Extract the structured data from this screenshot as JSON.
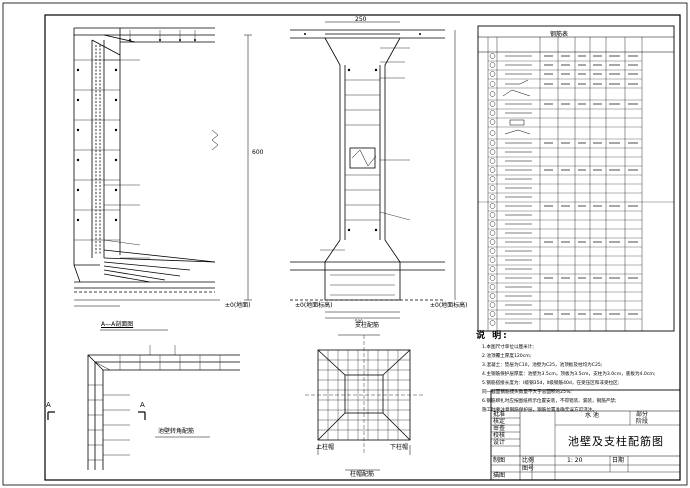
{
  "drawing": {
    "title": "池壁及支柱配筋图",
    "views": {
      "section_a": "A—A剖面图",
      "column": "支柱配筋",
      "corner": "池壁转角配筋",
      "footing": "柱帽配筋",
      "footing_upper": "上柱帽",
      "footing_lower": "下柱帽"
    },
    "section_marks": {
      "a_left": "A",
      "a_right": "A"
    },
    "dimensions": {
      "wall_height": "600",
      "column_top": "250",
      "column_bottom": "500"
    },
    "ground_notes": {
      "left": "±0(地面)",
      "middle": "±0(地面标高)",
      "right": "±0(地面标高)"
    },
    "rebar_table_title": "钢筋表",
    "notes_title": "说 明:",
    "notes": [
      "1.本图尺寸单位以厘米计;",
      "2.池顶覆土厚度120cm;",
      "3.混凝土：垫层为C10，池壁为C25，池顶板及柱均为C25;",
      "4.主钢筋保护层厚度：池壁为3.5cm，顶板为3.5cm，支柱为3.0cm，底板为4.0cm;",
      "5.钢筋搭接长度为：Ⅰ级钢35d，Ⅱ级钢筋40d，在受压区和非受拉区;",
      "  同一截面钢筋接头数量不大于总面积的25%;",
      "6.钢筋绑扎时应按图纸所示位置安装，不得错装、漏装，钢筋严禁;",
      "  施工时要注意钢筋保护层，钢筋位置准确无误方可浇注。"
    ],
    "title_block": {
      "labels": [
        "批准",
        "核定",
        "审查",
        "校核",
        "设计",
        "制图",
        "描图"
      ],
      "category": "水 池",
      "part": "部分",
      "stage": "阶段",
      "scale_label": "比例",
      "scale_value": "1: 20",
      "date_label": "日期",
      "drawing_no_label": "图号"
    }
  }
}
